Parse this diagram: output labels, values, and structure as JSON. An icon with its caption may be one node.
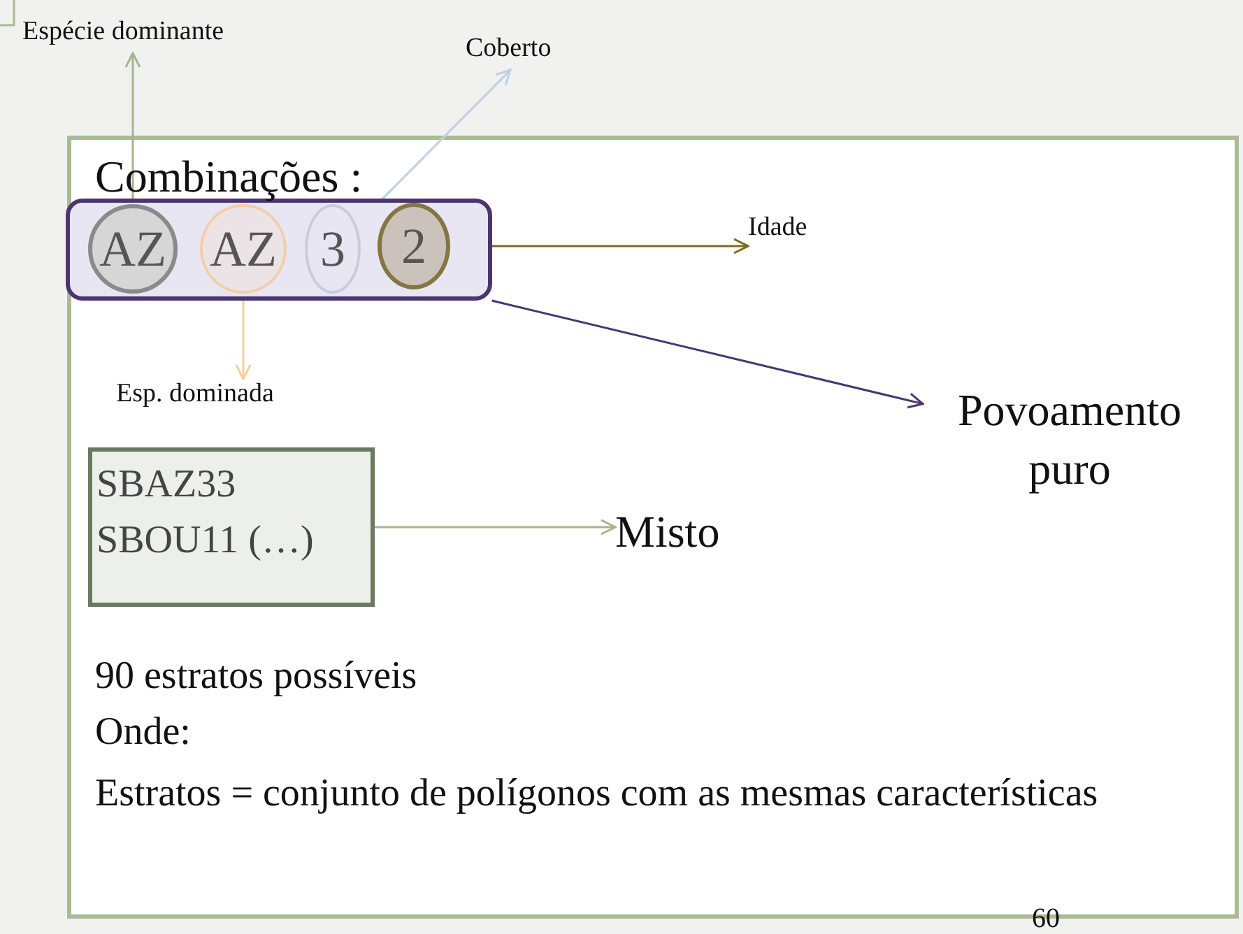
{
  "diagram": {
    "nodes": [
      {
        "text": [],
        "shape": "box"
      },
      {
        "text": [
          "AZ"
        ],
        "in": 0
      },
      {
        "text": [
          "AZ"
        ],
        "in": 0
      },
      {
        "text": [
          "3"
        ],
        "in": 0
      },
      {
        "text": [
          "2"
        ],
        "in": 0
      },
      {
        "text": [
          "Espécie dominante"
        ]
      },
      {
        "text": [
          "Coberto"
        ]
      },
      {
        "text": [
          "Idade"
        ]
      },
      {
        "text": [
          "Esp. dominada"
        ]
      },
      {
        "text": [
          "Povoamento puro"
        ]
      },
      {
        "text": [
          "SBAZ33 SBOU11 (…)"
        ]
      },
      {
        "text": [
          "Misto"
        ]
      }
    ],
    "edges": [
      {
        "from": 1,
        "to": 5,
        "arrow": "to",
        "color": "#a3b78c"
      },
      {
        "from": 3,
        "to": 6,
        "arrow": "to",
        "color": "#bcd0e6"
      },
      {
        "from": 4,
        "to": 7,
        "arrow": "to",
        "color": "#7f6a1c"
      },
      {
        "from": 2,
        "to": 8,
        "arrow": "to",
        "color": "#f5cfa0"
      },
      {
        "from": 0,
        "to": 9,
        "arrow": "to",
        "color": "#4b3570"
      },
      {
        "from": 10,
        "to": 11,
        "arrow": "to",
        "color": "#a3b78c"
      }
    ],
    "labels": [
      "Combinações :",
      "90 estratos possíveis",
      "Onde:",
      "Estratos = conjunto de polígonos com as mesmas características",
      "60"
    ]
  }
}
